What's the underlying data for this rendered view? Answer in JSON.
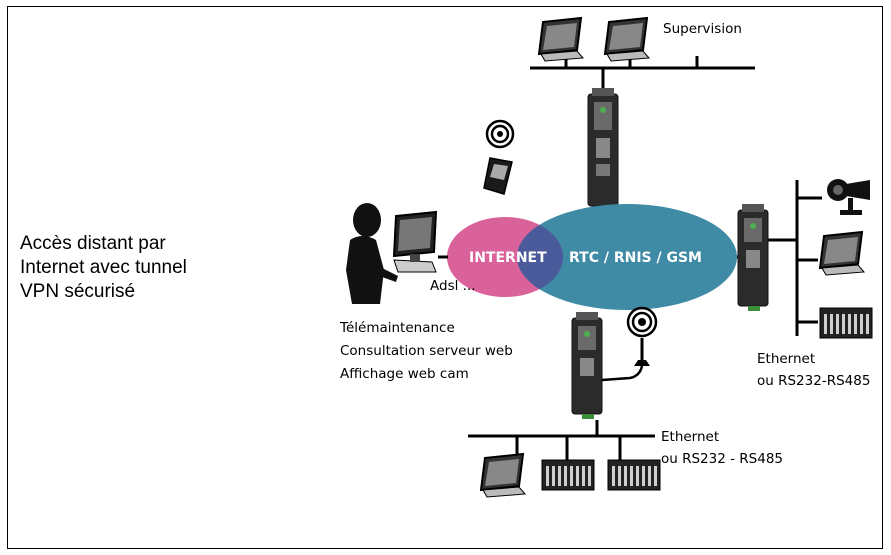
{
  "caption": {
    "line1": "Accès distant par",
    "line2": "Internet avec tunnel",
    "line3": "VPN sécurisé"
  },
  "labels": {
    "supervision": "Supervision",
    "internet": "INTERNET",
    "rtc": "RTC / RNIS / GSM",
    "adsl": "Adsl ...",
    "tele1": "Télémaintenance",
    "tele2": "Consultation serveur web",
    "tele3": "Affichage web cam",
    "eth_right1": "Ethernet",
    "eth_right2": "ou RS232-RS485",
    "eth_bottom1": "Ethernet",
    "eth_bottom2": "ou RS232 - RS485"
  },
  "colors": {
    "internet": "#d9629b",
    "rtc": "#3f8aa5",
    "overlap": "#4a5a9a"
  }
}
